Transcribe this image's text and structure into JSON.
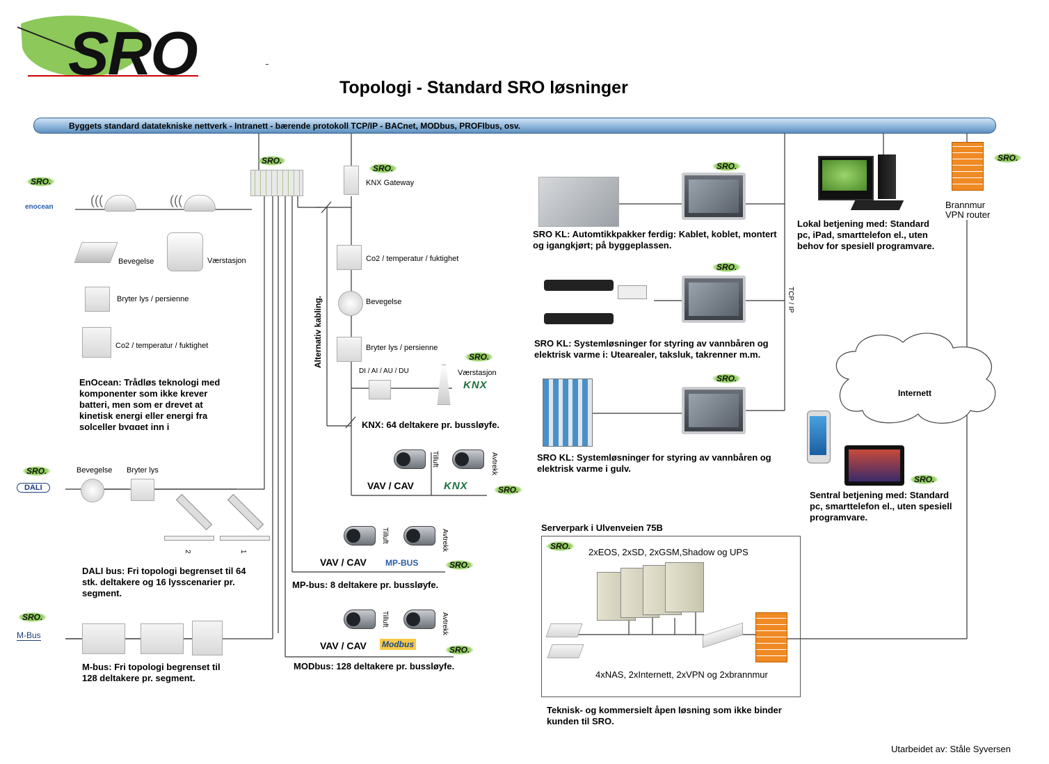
{
  "logo": {
    "text": "SRO"
  },
  "title": "Topologi - Standard SRO løsninger",
  "bus_label": "Byggets standard datatekniske nettverk - Intranett - bærende protokoll TCP/IP  - BACnet, MODbus, PROFIbus, osv.",
  "badge": "SRO.",
  "enocean": {
    "logo": "enocean",
    "items": [
      "Bevegelse",
      "Værstasjon",
      "Bryter lys / persienne",
      "Co2 / temperatur / fuktighet"
    ],
    "desc": "EnOcean: Trådløs teknologi med komponenter som ikke krever batteri, men som er drevet at kinetisk energi eller energi fra solceller bygget inn i komponenten."
  },
  "dali": {
    "logo": "DALI",
    "items": [
      "Bevegelse",
      "Bryter lys"
    ],
    "lamp_nums": [
      "2",
      "1"
    ],
    "desc": "DALI bus: Fri topologi begrenset til 64 stk. deltakere og 16 lysscenarier pr. segment."
  },
  "mbus": {
    "logo": "M-Bus",
    "desc": "M-bus: Fri topologi begrenset til 128 deltakere pr. segment."
  },
  "knx": {
    "gateway": "KNX Gateway",
    "items": [
      "Co2 / temperatur / fuktighet",
      "Bevegelse",
      "Bryter lys / persienne"
    ],
    "io": "DI / AI / AU / DU",
    "weather": "Værstasjon",
    "logo": "KNX",
    "alt": "Alternativ kabling.",
    "desc": "KNX: 64 deltakere pr. bussløyfe."
  },
  "vav": {
    "label": "VAV / CAV",
    "tilluft": "Tilluft",
    "avtrekk": "Avtrekk"
  },
  "mpbus": {
    "logo": "MP-BUS",
    "desc": "MP-bus: 8 deltakere pr. bussløyfe."
  },
  "modbus": {
    "logo": "Modbus",
    "desc": "MODbus: 128 deltakere pr. bussløyfe."
  },
  "sro_kl": [
    "SRO KL: Automtikkpakker ferdig: Kablet, koblet, montert og igangkjørt; på byggeplassen.",
    "SRO KL: Systemløsninger for styring av vannbåren og elektrisk varme i: Utearealer, taksluk, takrenner m.m.",
    "SRO KL: Systemløsninger for styring av vannbåren og elektrisk varme i  gulv."
  ],
  "tcpip": "TCP / IP",
  "lokal": "Lokal betjening med: Standard pc, iPad, smarttelefon el., uten behov for spesiell programvare.",
  "brannmur": "Brannmur VPN router",
  "internett": "Internett",
  "sentral": "Sentral betjening med: Standard pc, smarttelefon el., uten spesiell programvare.",
  "server": {
    "title": "Serverpark i Ulvenveien 75B",
    "top": "2xEOS, 2xSD, 2xGSM,Shadow og UPS",
    "bottom": "4xNAS, 2xInternett, 2xVPN og 2xbrannmur"
  },
  "open": "Teknisk- og kommersielt åpen løsning som ikke binder kunden til SRO.",
  "author": "Utarbeidet av: Ståle Syversen",
  "colors": {
    "leaf": "#8cc85a",
    "bus": "#8fb6da",
    "firewall": "#f08a24",
    "knx": "#1e6f3f"
  }
}
